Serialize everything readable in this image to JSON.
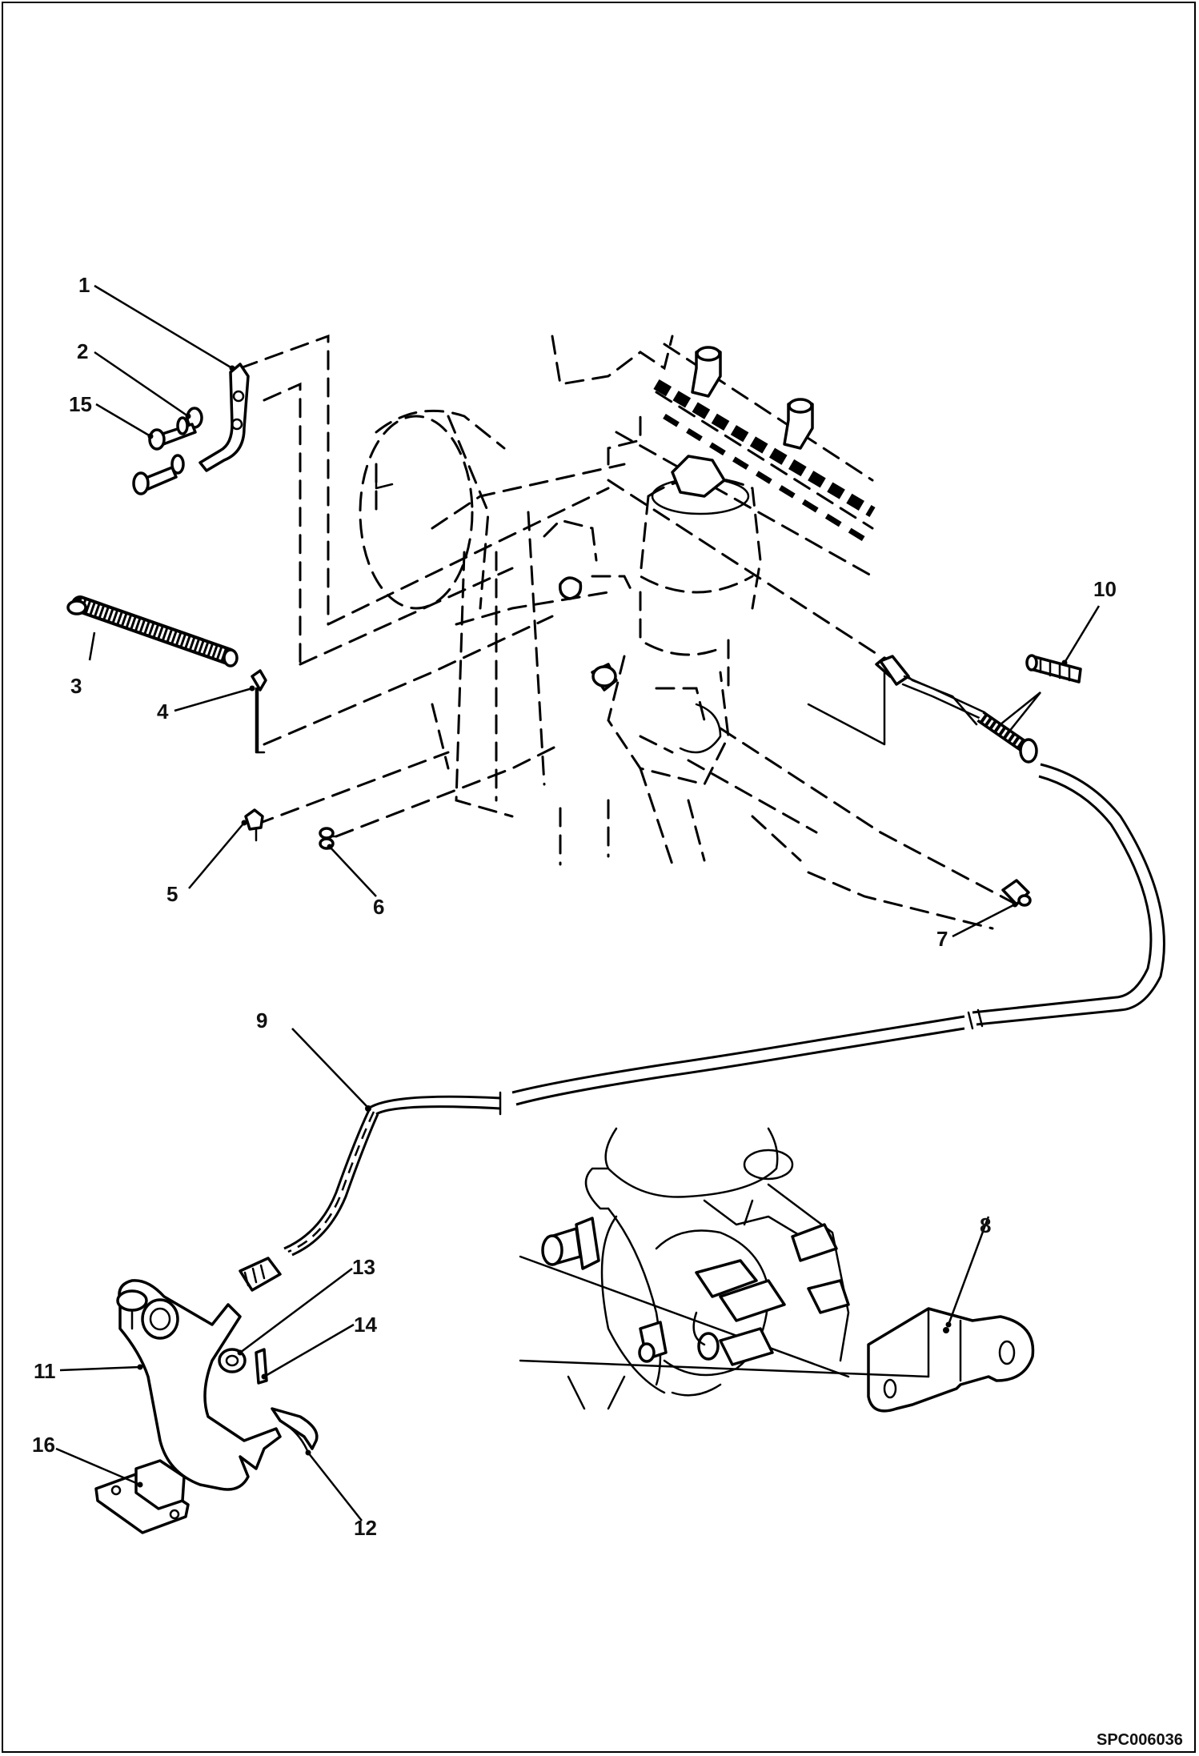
{
  "diagram": {
    "drawing_code": "SPC006036",
    "callouts": [
      {
        "id": "c1",
        "label": "1"
      },
      {
        "id": "c2",
        "label": "2"
      },
      {
        "id": "c3",
        "label": "3"
      },
      {
        "id": "c4",
        "label": "4"
      },
      {
        "id": "c5",
        "label": "5"
      },
      {
        "id": "c6",
        "label": "6"
      },
      {
        "id": "c7",
        "label": "7"
      },
      {
        "id": "c8",
        "label": "8"
      },
      {
        "id": "c9",
        "label": "9"
      },
      {
        "id": "c10",
        "label": "10"
      },
      {
        "id": "c11",
        "label": "11"
      },
      {
        "id": "c12",
        "label": "12"
      },
      {
        "id": "c13",
        "label": "13"
      },
      {
        "id": "c14",
        "label": "14"
      },
      {
        "id": "c15",
        "label": "15"
      },
      {
        "id": "c16",
        "label": "16"
      }
    ]
  }
}
